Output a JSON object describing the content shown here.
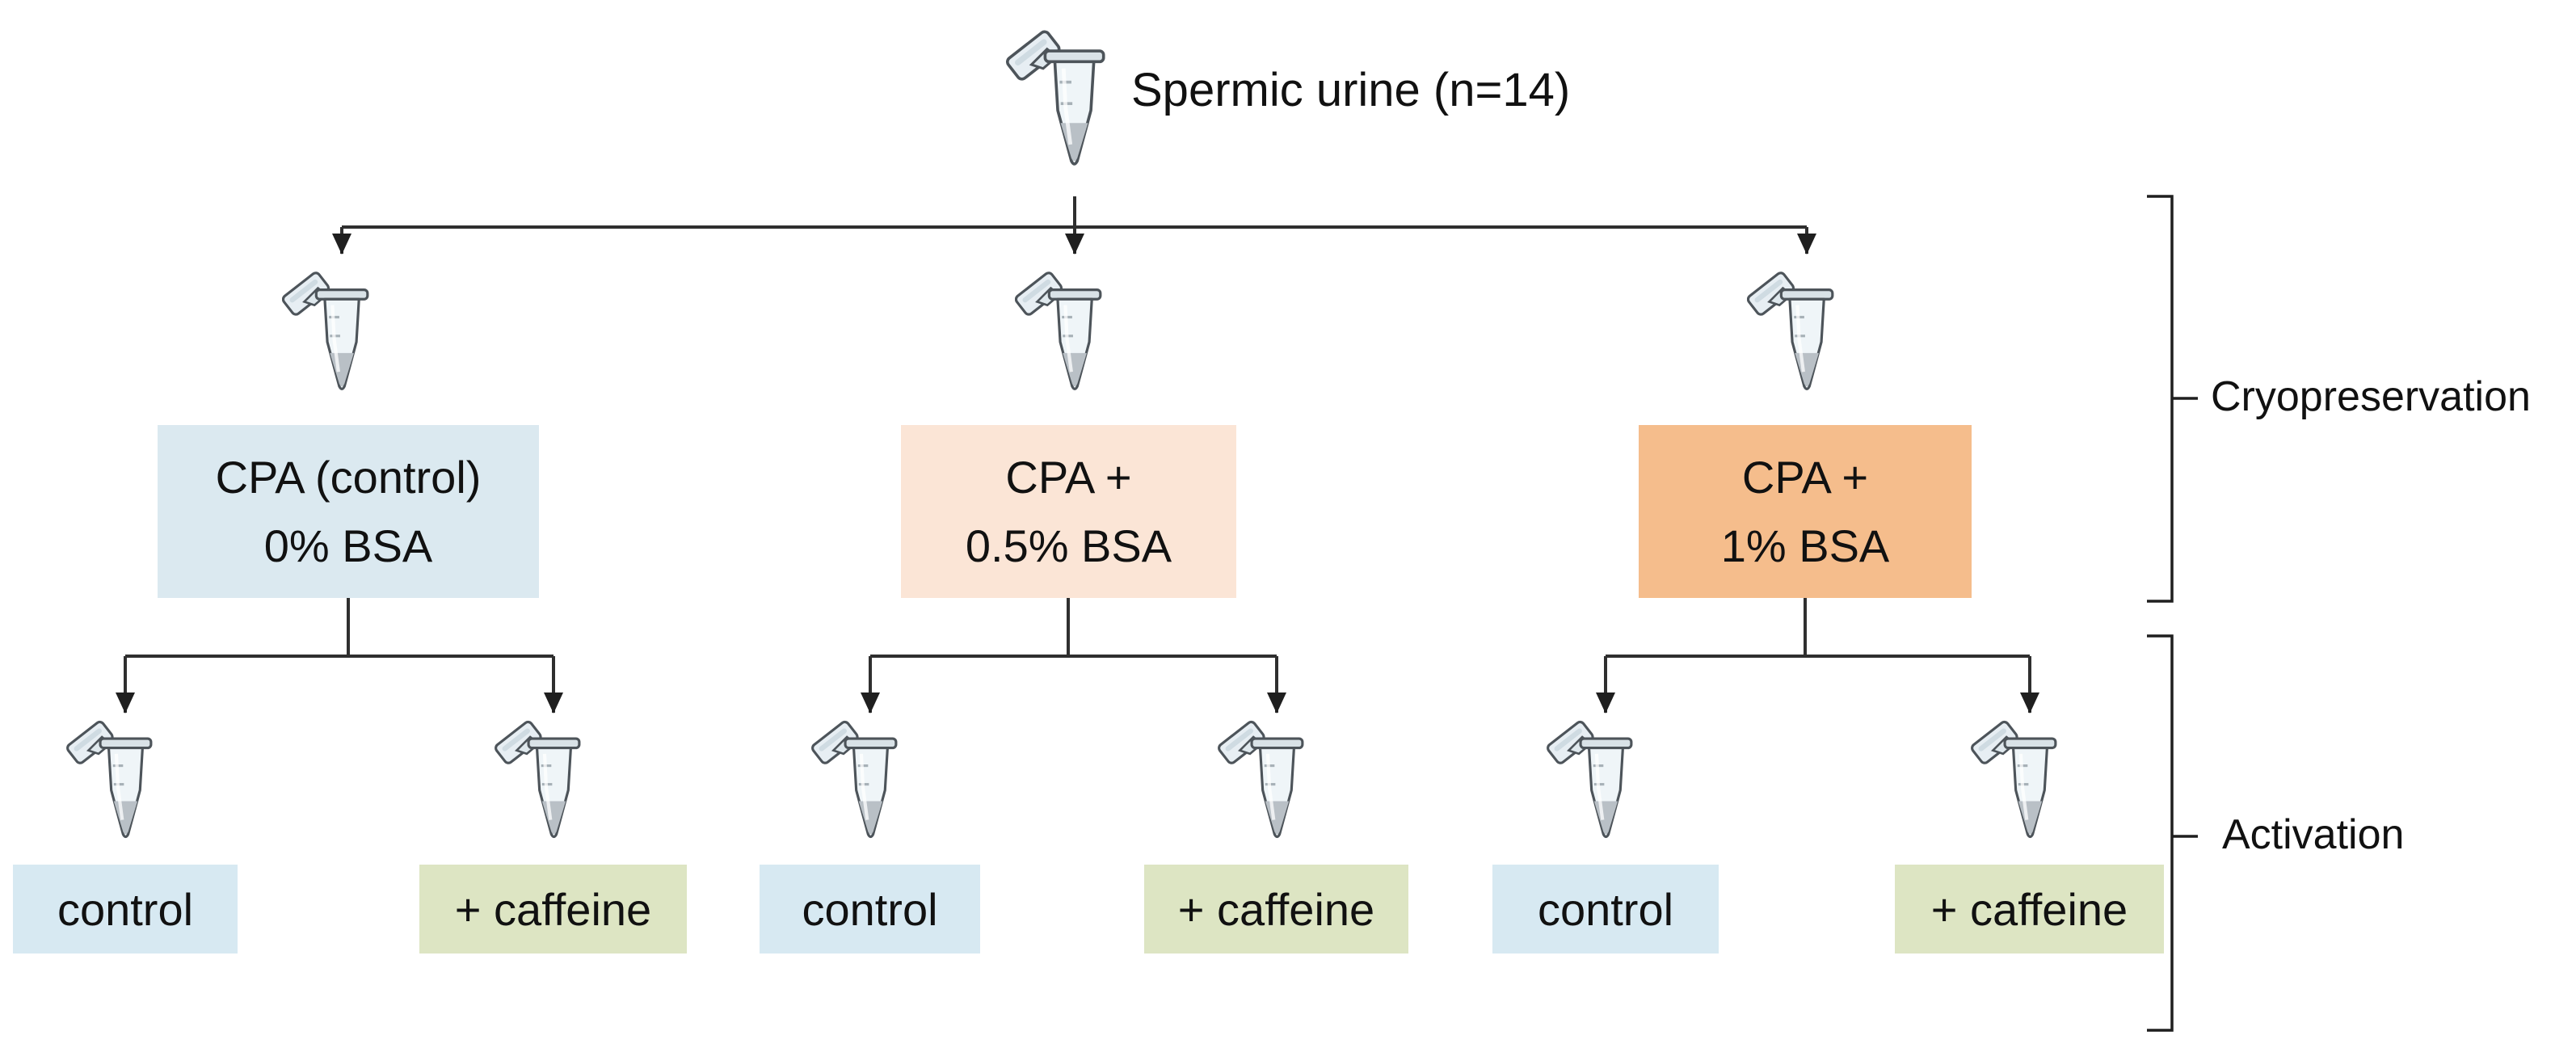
{
  "figure": {
    "kind": "experimental-design-flowchart",
    "background": "#ffffff",
    "line_color": "#2f2f2f"
  },
  "source": {
    "label": "Spermic urine (n=14)",
    "icon": "microcentrifuge-tube-icon"
  },
  "cryo_groups": [
    {
      "line1": "CPA (control)",
      "line2": "0% BSA",
      "fill": "#dbe9f0"
    },
    {
      "line1": "CPA +",
      "line2": "0.5% BSA",
      "fill": "#fbe5d6"
    },
    {
      "line1": "CPA +",
      "line2": "1% BSA",
      "fill": "#f5bd8c"
    }
  ],
  "activation_treatments": {
    "control": {
      "label": "control",
      "fill": "#d7e9f2"
    },
    "caffeine": {
      "label": "+ caffeine",
      "fill": "#dde5c3"
    }
  },
  "stage_brackets": [
    {
      "label": "Cryopreservation"
    },
    {
      "label": "Activation"
    }
  ]
}
